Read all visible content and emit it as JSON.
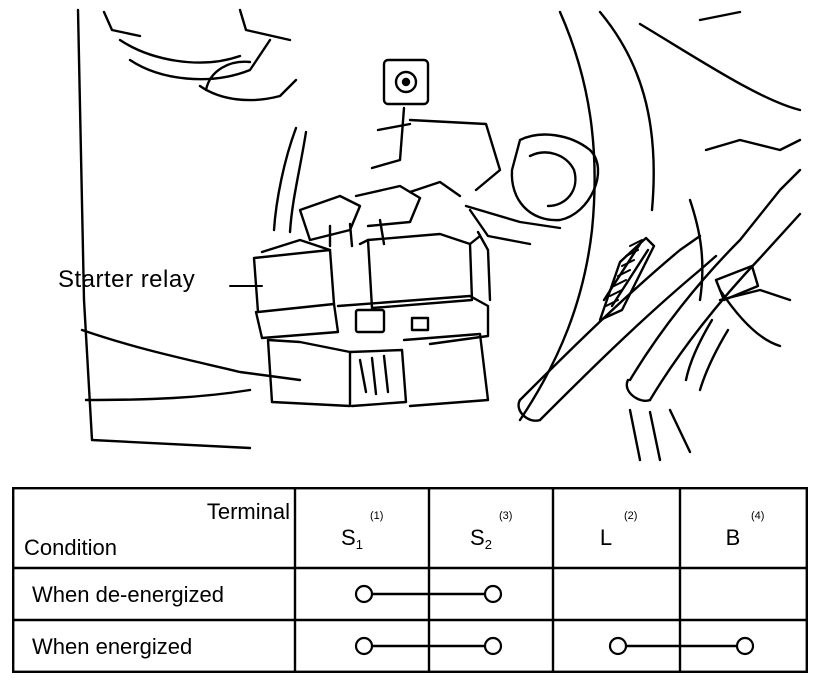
{
  "figure": {
    "callout_label": "Starter relay"
  },
  "table": {
    "header": {
      "terminal_label": "Terminal",
      "condition_label": "Condition"
    },
    "terminals": [
      {
        "name": "S",
        "sub": "1",
        "ref": "(1)"
      },
      {
        "name": "S",
        "sub": "2",
        "ref": "(3)"
      },
      {
        "name": "L",
        "sub": "",
        "ref": "(2)"
      },
      {
        "name": "B",
        "sub": "",
        "ref": "(4)"
      }
    ],
    "rows": [
      {
        "condition": "When de-energized",
        "continuity": [
          [
            0,
            1
          ]
        ]
      },
      {
        "condition": "When energized",
        "continuity": [
          [
            0,
            1
          ],
          [
            2,
            3
          ]
        ]
      }
    ]
  }
}
